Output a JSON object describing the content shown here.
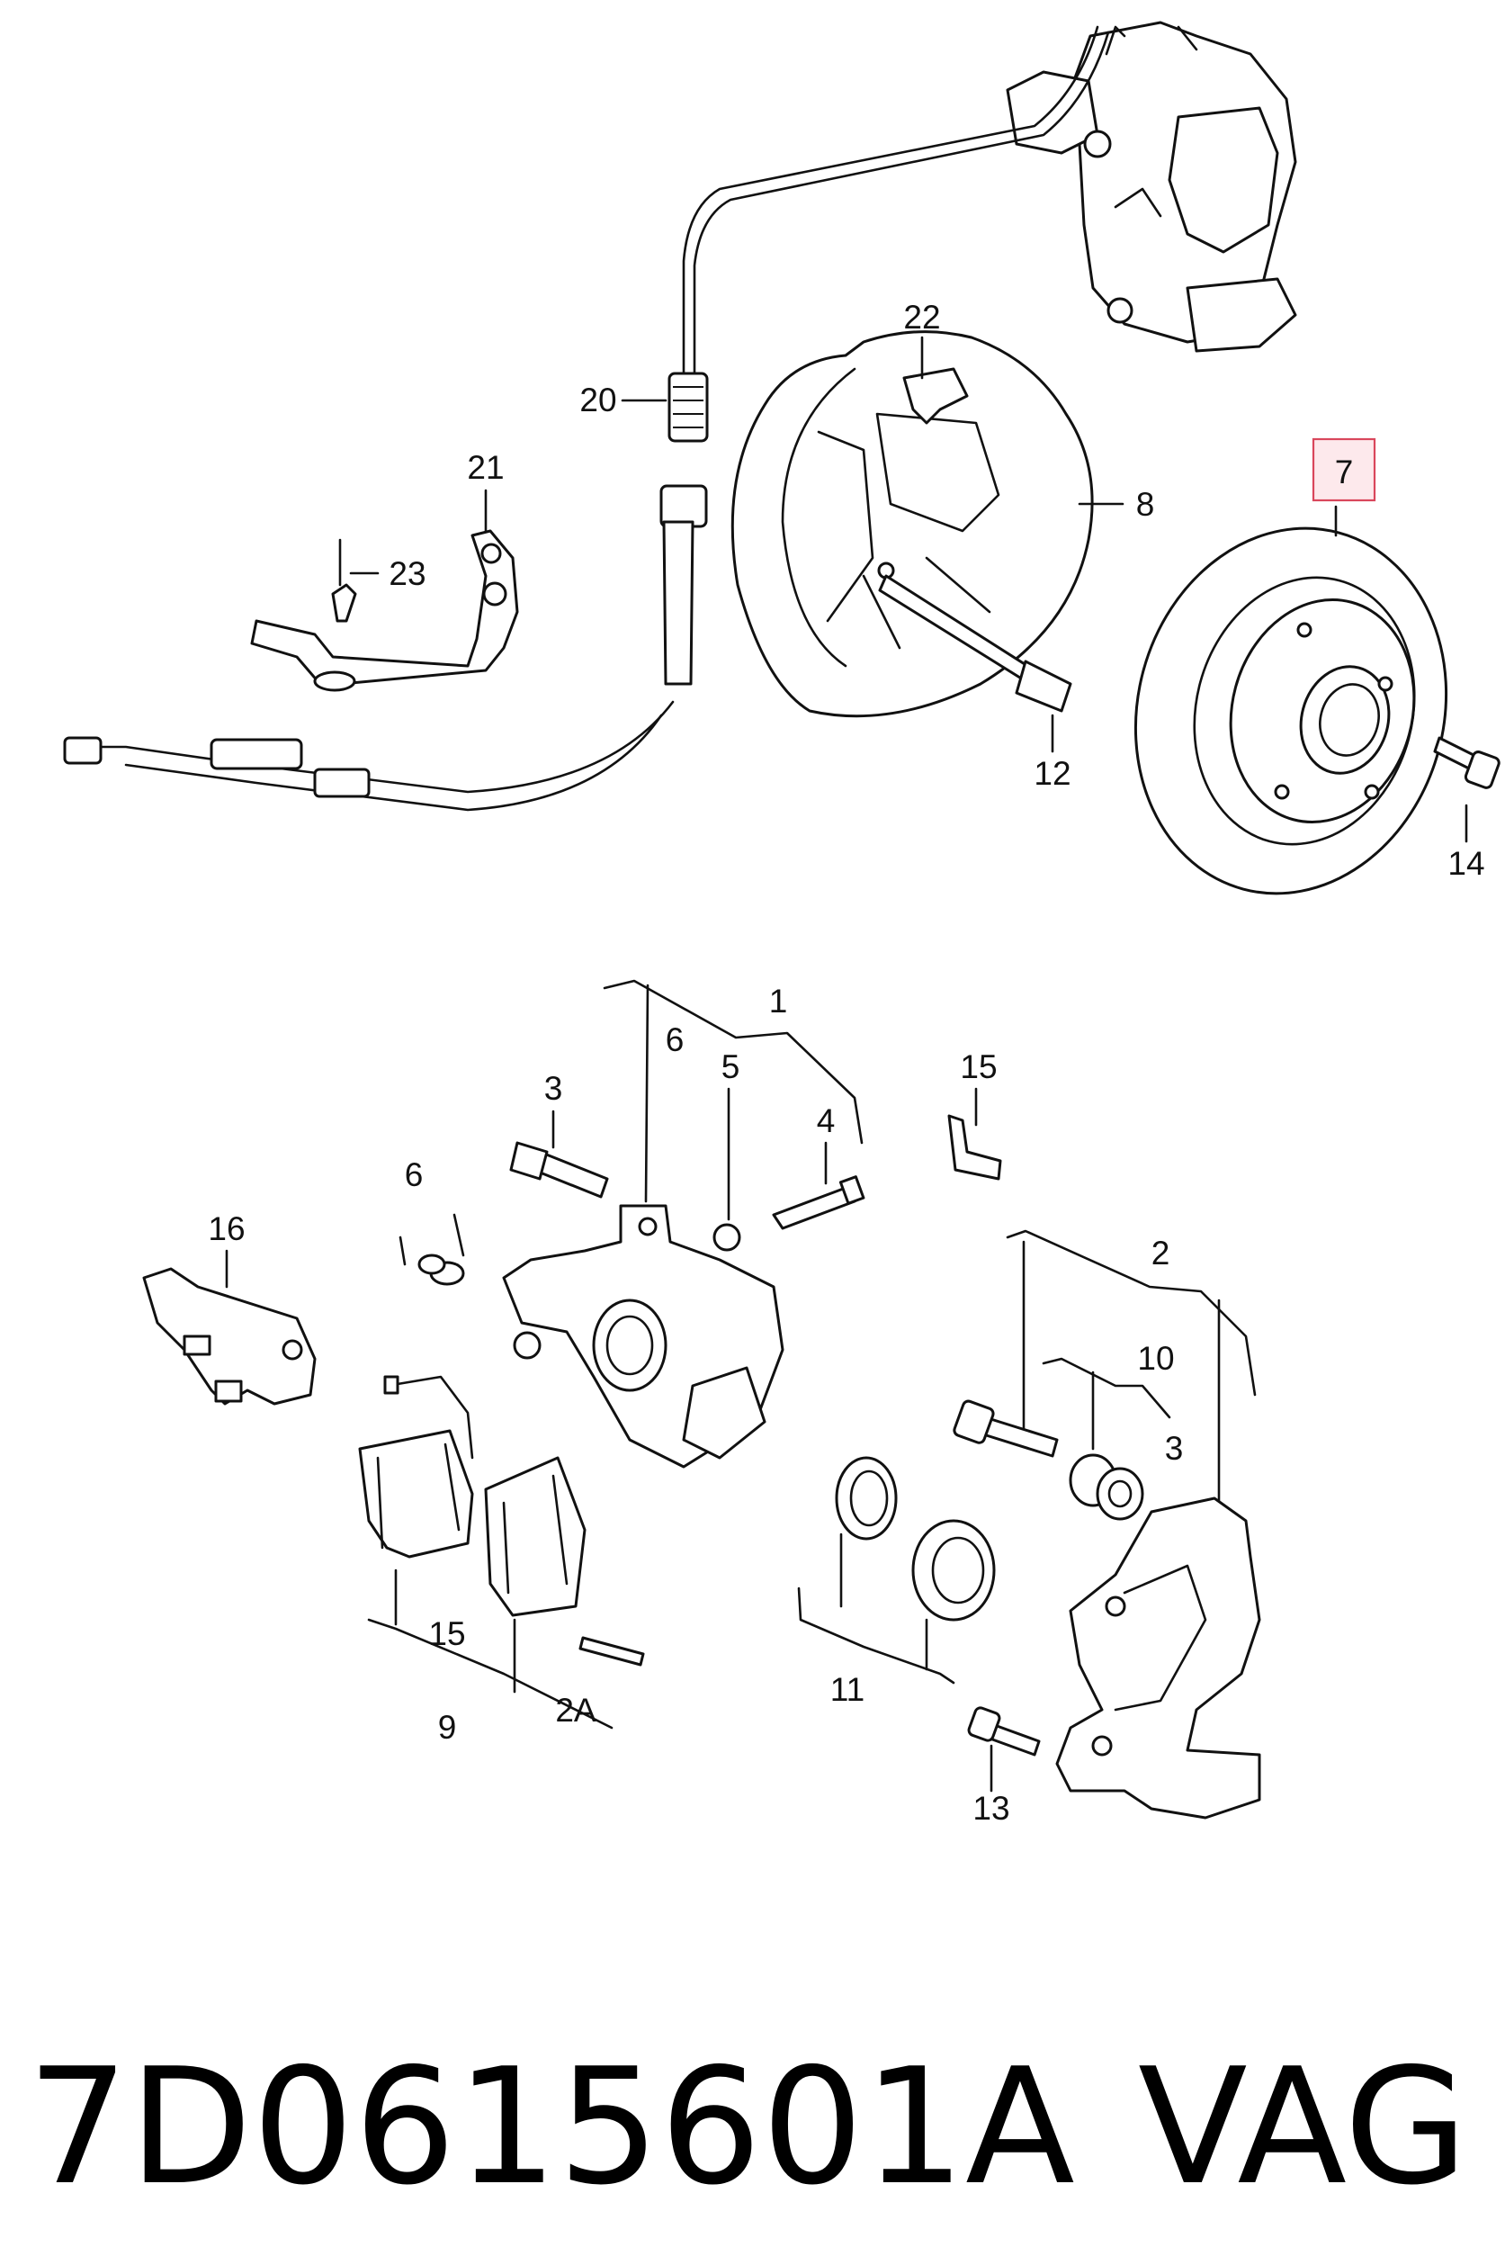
{
  "diagram": {
    "callouts": [
      "7",
      "8",
      "12",
      "14",
      "20",
      "21",
      "22",
      "23",
      "1",
      "2",
      "2A",
      "3",
      "3",
      "4",
      "5",
      "6",
      "6",
      "9",
      "10",
      "11",
      "13",
      "15",
      "15",
      "16"
    ],
    "highlighted": "7",
    "highlight_color": "#d9475c"
  },
  "caption": {
    "part_number": "7D0615601A",
    "brand": "VAG"
  }
}
